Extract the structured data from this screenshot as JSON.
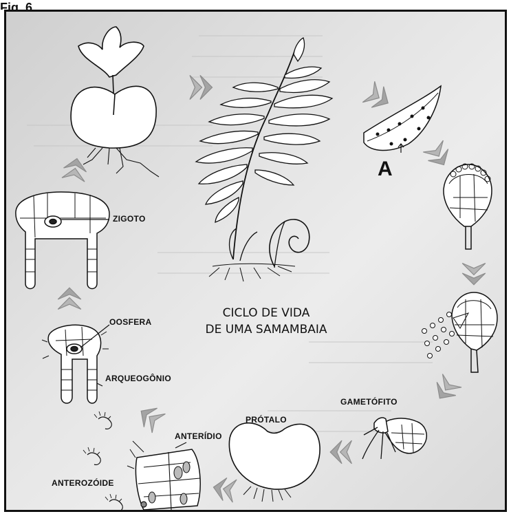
{
  "figure_label": "Fig. 6",
  "title": {
    "line1": "CICLO DE VIDA",
    "line2": "DE UMA SAMAMBAIA"
  },
  "labels": {
    "a": "A",
    "zigoto": "ZIGOTO",
    "oosfera": "OOSFERA",
    "arqueogonio": "ARQUEOGÔNIO",
    "gametofito": "GAMETÓFITO",
    "protalo": "PRÓTALO",
    "anteridio": "ANTERÍDIO",
    "anterozoide": "ANTEROZÓIDE"
  },
  "colors": {
    "frame": "#111111",
    "arrow": "#a9a9a9",
    "background": "#e2e2e2",
    "drawing": "#ffffff"
  }
}
